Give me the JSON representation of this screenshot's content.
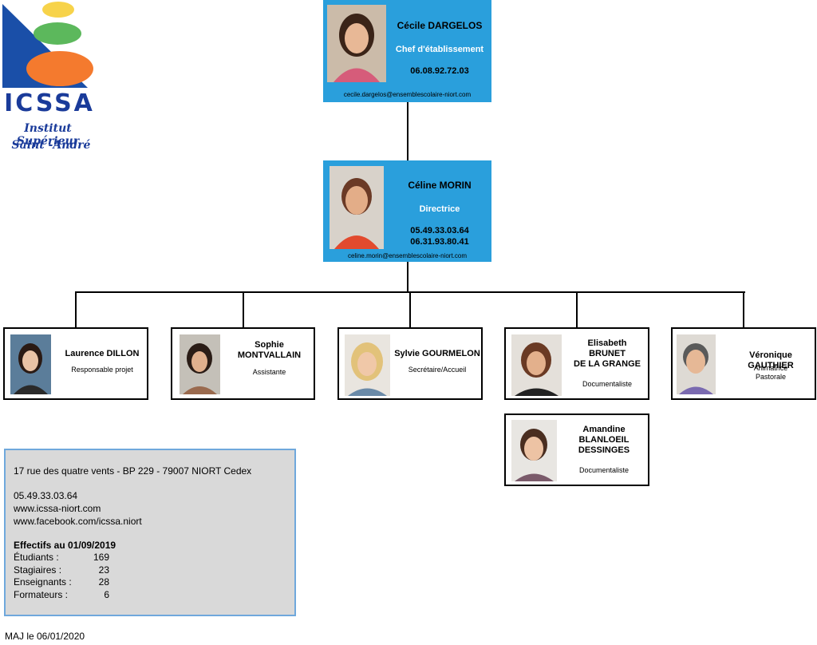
{
  "logo": {
    "name": "ICSSA",
    "line1": "Institut Supérieur",
    "line2": "Saint -André",
    "colors": {
      "blue": "#1a4fa8",
      "yellow": "#f7d34a",
      "green": "#5cb85c",
      "orange": "#f47a2e",
      "navy": "#1a3b9a"
    }
  },
  "colors": {
    "box_blue": "#2a9fdc",
    "info_bg": "#d9d9d9",
    "info_border": "#6fa8dc"
  },
  "chef": {
    "name": "Cécile DARGELOS",
    "role": "Chef d'établissement",
    "phone": "06.08.92.72.03",
    "email": "cecile.dargelos@ensemblescolaire-niort.com"
  },
  "directrice": {
    "name": "Céline MORIN",
    "role": "Directrice",
    "phone1": "05.49.33.03.64",
    "phone2": "06.31.93.80.41",
    "email": "celine.morin@ensemblescolaire-niort.com"
  },
  "staff": [
    {
      "name_lines": [
        "Laurence DILLON"
      ],
      "role_lines": [
        "Responsable projet"
      ]
    },
    {
      "name_lines": [
        "Sophie",
        "MONTVALLAIN"
      ],
      "role_lines": [
        "Assistante"
      ]
    },
    {
      "name_lines": [
        "Sylvie GOURMELON"
      ],
      "role_lines": [
        "Secrétaire/Accueil"
      ]
    },
    {
      "name_lines": [
        "Elisabeth",
        "BRUNET",
        "DE LA GRANGE"
      ],
      "role_lines": [
        "Documentaliste"
      ]
    },
    {
      "name_lines": [
        "Véronique GAUTHIER"
      ],
      "role_lines": [
        "Animatrice",
        "Pastorale"
      ]
    },
    {
      "name_lines": [
        "Amandine",
        "BLANLOEIL",
        "DESSINGES"
      ],
      "role_lines": [
        "Documentaliste"
      ]
    }
  ],
  "info": {
    "address": "17 rue des quatre vents - BP 229 - 79007 NIORT Cedex",
    "phone": "05.49.33.03.64",
    "website": "www.icssa-niort.com",
    "facebook": "www.facebook.com/icssa.niort",
    "effectifs_title": "Effectifs au 01/09/2019",
    "effectifs": [
      {
        "label": "Étudiants :",
        "value": "169"
      },
      {
        "label": "Stagiaires :",
        "value": "23"
      },
      {
        "label": "Enseignants :",
        "value": "28"
      },
      {
        "label": "Formateurs :",
        "value": "6"
      }
    ]
  },
  "maj": "MAJ le 06/01/2020"
}
